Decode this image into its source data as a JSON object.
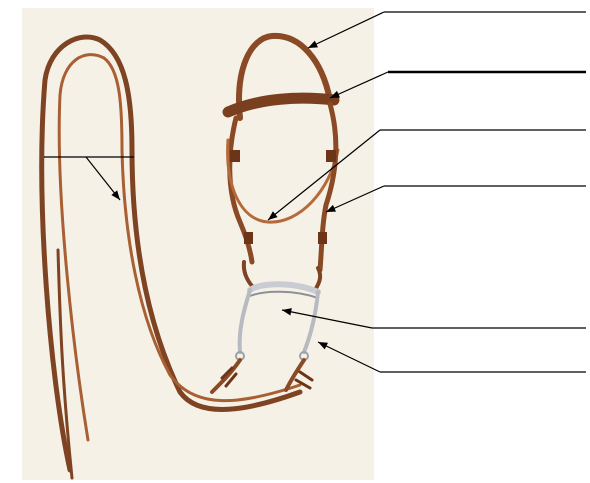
{
  "diagram": {
    "kind": "unlabeled bridle identification worksheet",
    "answer_blanks": [
      {
        "id": "blank-1",
        "text": ""
      },
      {
        "id": "blank-2",
        "text": ""
      },
      {
        "id": "blank-3",
        "text": ""
      },
      {
        "id": "blank-4",
        "text": ""
      },
      {
        "id": "blank-5",
        "text": ""
      },
      {
        "id": "blank-6",
        "text": ""
      },
      {
        "id": "blank-7",
        "text": ""
      }
    ],
    "colors": {
      "photo_background": "#f6f1e6",
      "leather": "#8a4a26",
      "leather_highlight": "#b46a3a",
      "metal": "#c9ccd2",
      "lines": "#000000"
    }
  }
}
